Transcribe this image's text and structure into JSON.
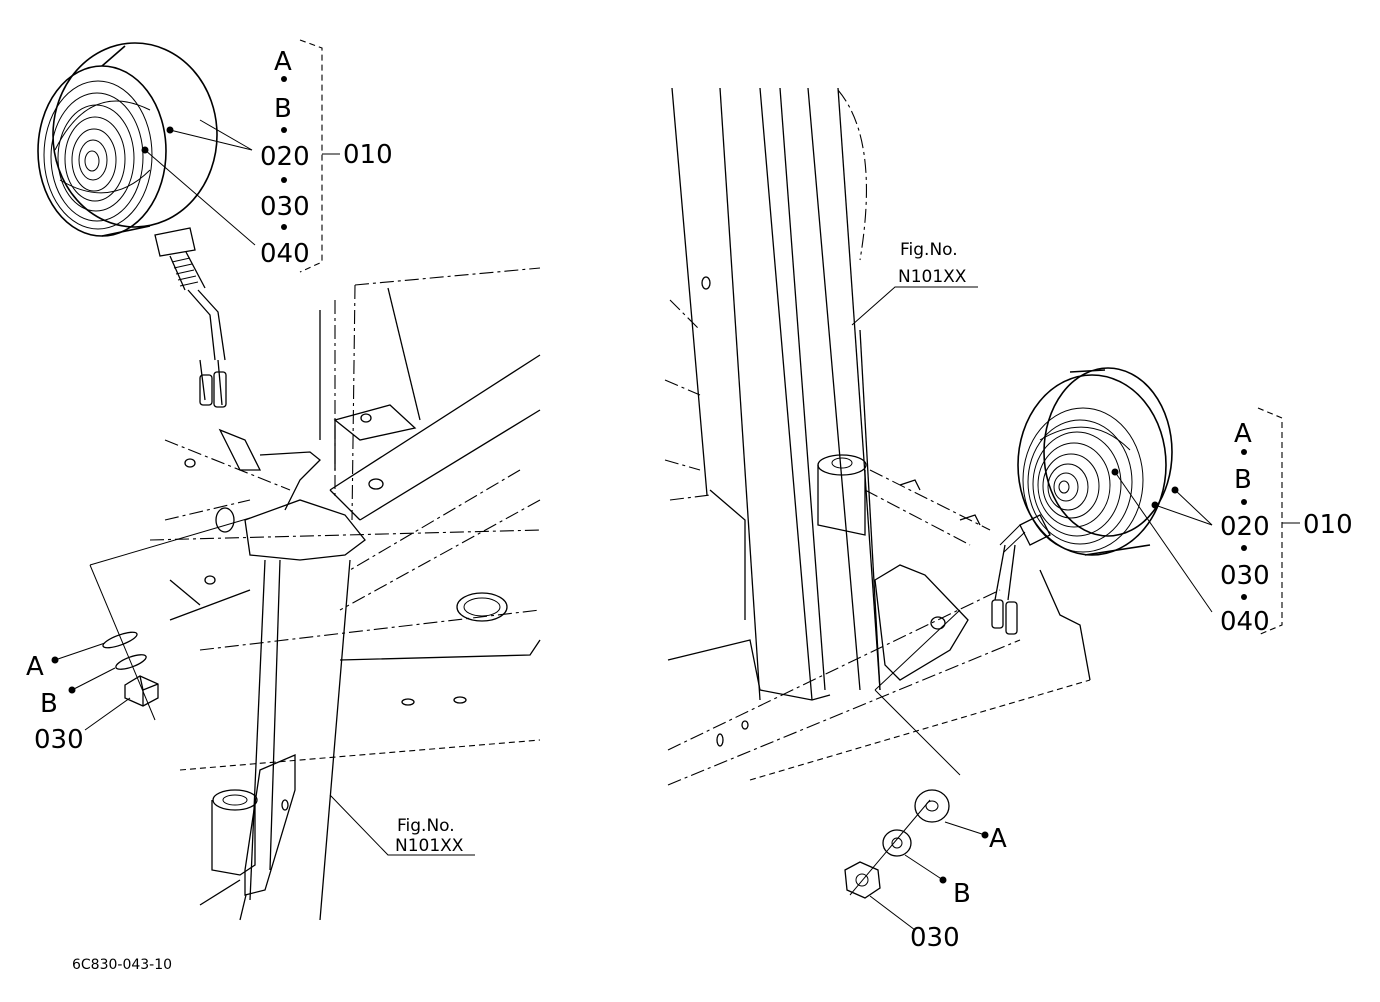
{
  "left_view": {
    "callouts": {
      "a": "A",
      "b": "B",
      "c020": "020",
      "c030": "030",
      "c040": "040",
      "c010": "010"
    },
    "hardware": {
      "a": "A",
      "b": "B",
      "c030": "030"
    },
    "fig_ref": {
      "line1": "Fig.No.",
      "line2": "N101XX"
    }
  },
  "right_view": {
    "callouts": {
      "a": "A",
      "b": "B",
      "c020": "020",
      "c030": "030",
      "c040": "040",
      "c010": "010"
    },
    "hardware": {
      "a": "A",
      "b": "B",
      "c030": "030"
    },
    "fig_ref": {
      "line1": "Fig.No.",
      "line2": "N101XX"
    }
  },
  "drawing_code": "6C830-043-10"
}
